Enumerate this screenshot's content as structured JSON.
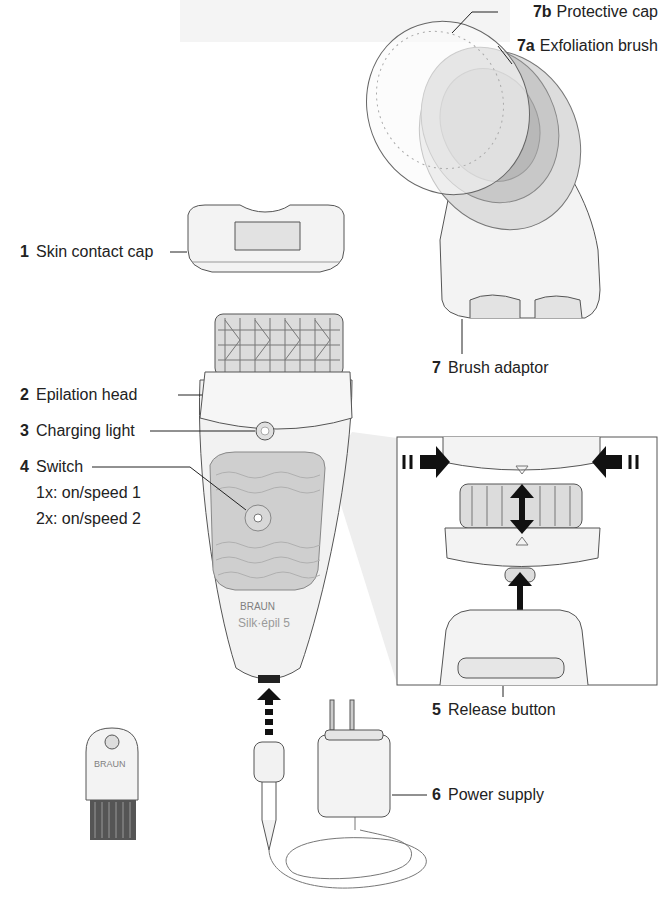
{
  "diagram": {
    "labels": [
      "1",
      "Skin contact cap",
      "2",
      "Epilation head",
      "3",
      "Charging light",
      "4",
      "Switch",
      "1x: on/speed 1",
      "2x: on/speed 2",
      "5",
      "Release button",
      "6",
      "Power supply",
      "7",
      "Brush adaptor",
      "7b",
      "Protective cap",
      "7a",
      "Exfoliation brush",
      "BRAUN",
      "Silk·épil 5",
      "BRAUN"
    ]
  }
}
